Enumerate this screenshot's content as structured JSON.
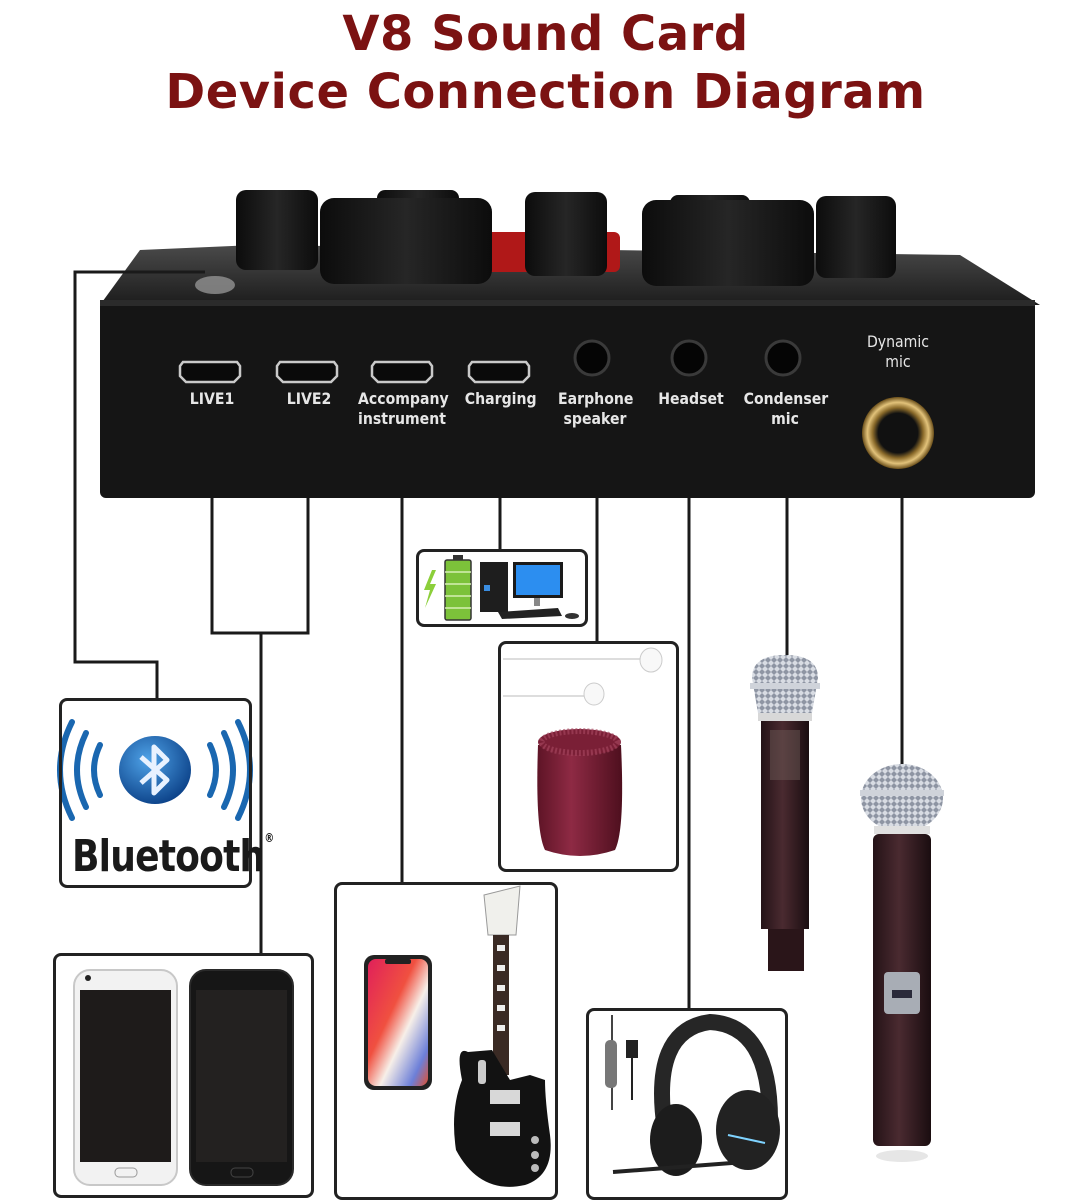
{
  "title": {
    "line1": "V8 Sound Card",
    "line2": "Device Connection Diagram",
    "color": "#7b1212"
  },
  "device": {
    "name": "V8 Sound Card",
    "ports": [
      {
        "id": "live1",
        "label": "LIVE1",
        "type": "micro-usb"
      },
      {
        "id": "live2",
        "label": "LIVE2",
        "type": "micro-usb"
      },
      {
        "id": "accompany",
        "label_line1": "Accompany",
        "label_line2": "instrument",
        "type": "micro-usb"
      },
      {
        "id": "charging",
        "label": "Charging",
        "type": "micro-usb"
      },
      {
        "id": "earphone",
        "label_line1": "Earphone",
        "label_line2": "speaker",
        "type": "3.5mm-jack"
      },
      {
        "id": "headset",
        "label": "Headset",
        "type": "3.5mm-jack"
      },
      {
        "id": "condenser",
        "label_line1": "Condenser",
        "label_line2": "mic",
        "type": "3.5mm-jack"
      },
      {
        "id": "dynamic",
        "label_line1": "Dynamic",
        "label_line2": "mic",
        "type": "6.35mm-jack"
      }
    ]
  },
  "connections": [
    {
      "from": "bluetooth-button",
      "to": "bluetooth"
    },
    {
      "from": "live1",
      "to": "smartphones"
    },
    {
      "from": "live2",
      "to": "smartphones"
    },
    {
      "from": "accompany",
      "to": "phone-guitar"
    },
    {
      "from": "charging",
      "to": "charging-pc"
    },
    {
      "from": "earphone",
      "to": "earphone-speaker"
    },
    {
      "from": "headset",
      "to": "gaming-headset"
    },
    {
      "from": "condenser",
      "to": "condenser-mic"
    },
    {
      "from": "dynamic",
      "to": "dynamic-mic"
    }
  ],
  "devices": {
    "bluetooth": {
      "label": "Bluetooth",
      "mark": "®",
      "icon": "bluetooth-icon"
    },
    "smartphones": {
      "icon": "smartphone-icon",
      "count": 2
    },
    "charging_pc": {
      "icons": [
        "lightning-icon",
        "battery-icon",
        "desktop-computer-icon"
      ]
    },
    "earphone_speaker": {
      "icons": [
        "earphones-icon",
        "speaker-icon"
      ]
    },
    "phone_guitar": {
      "icons": [
        "smartphone-icon",
        "electric-guitar-icon"
      ]
    },
    "headset": {
      "icon": "gaming-headset-icon"
    },
    "condenser_mic": {
      "icon": "microphone-icon"
    },
    "dynamic_mic": {
      "icon": "microphone-icon"
    }
  }
}
